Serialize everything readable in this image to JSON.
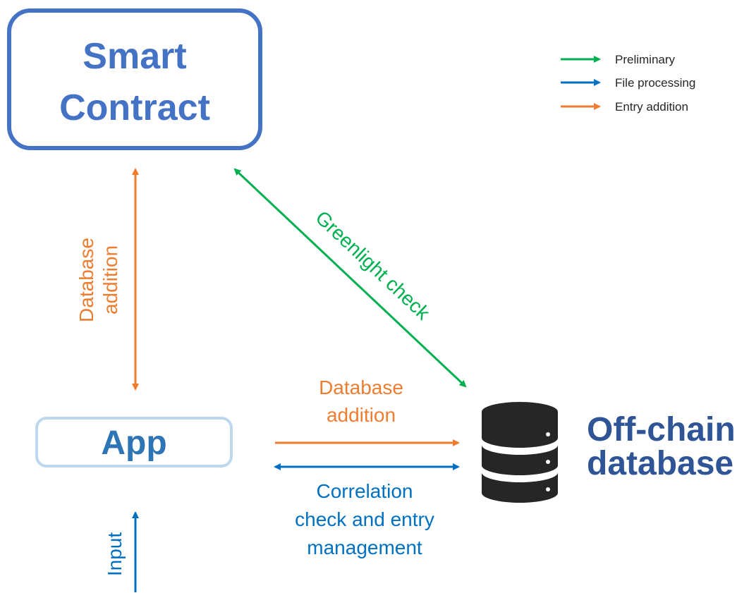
{
  "nodes": {
    "smart_contract": {
      "line1": "Smart",
      "line2": "Contract"
    },
    "app": {
      "label": "App"
    },
    "database": {
      "line1": "Off-chain",
      "line2": "database"
    }
  },
  "legend": [
    {
      "label": "Preliminary",
      "color": "#00b050"
    },
    {
      "label": "File processing",
      "color": "#0070c0"
    },
    {
      "label": "Entry addition",
      "color": "#ed7d31"
    }
  ],
  "edges": {
    "sc_app": {
      "line1": "Database",
      "line2": "addition"
    },
    "greenlight": {
      "label": "Greenlight check"
    },
    "app_db_orange": {
      "line1": "Database",
      "line2": "addition"
    },
    "app_db_blue": {
      "line1": "Correlation",
      "line2": "check and entry",
      "line3": "management"
    },
    "input": {
      "label": "Input"
    }
  },
  "colors": {
    "green": "#00b050",
    "blue": "#0070c0",
    "orange": "#ed7d31",
    "sc_border": "#4472c4",
    "sc_text": "#4472c4",
    "app_border": "#bdd7ee",
    "app_text": "#2e75b6",
    "db_text": "#2f5597",
    "db_icon": "#262626"
  }
}
